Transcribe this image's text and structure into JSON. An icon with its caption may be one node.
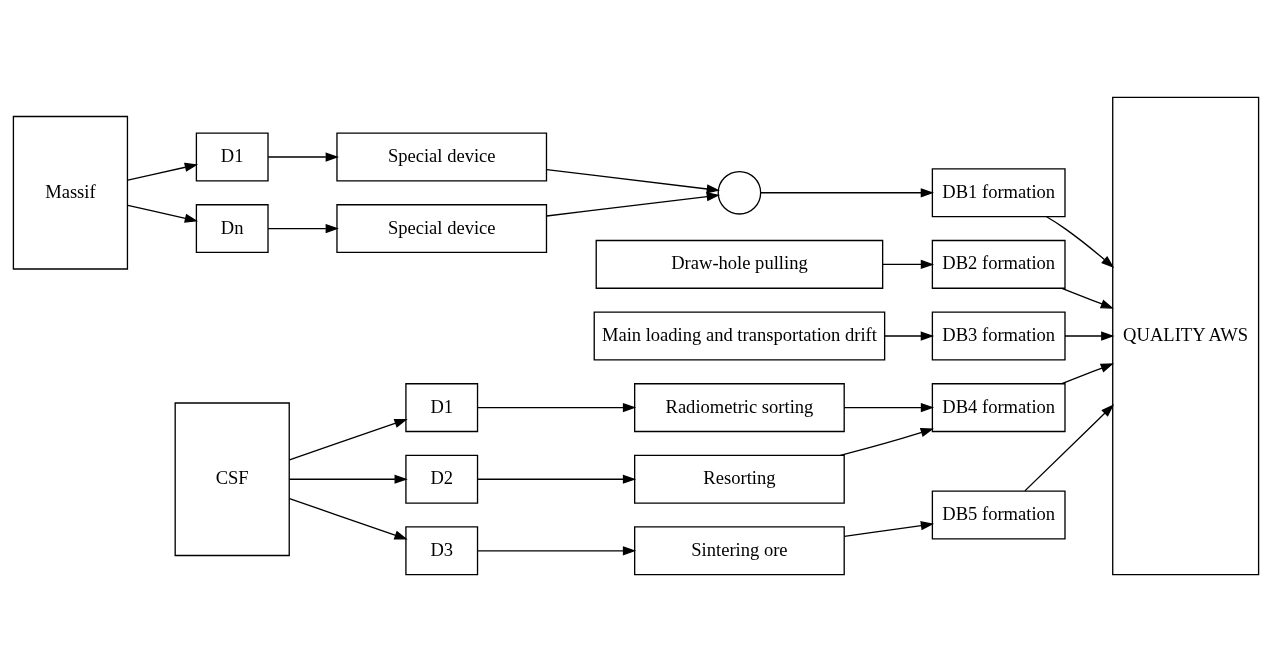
{
  "diagram": {
    "nodes": [
      {
        "text": [
          "Massif"
        ]
      },
      {
        "text": [
          "D1"
        ]
      },
      {
        "text": [
          "Special device"
        ]
      },
      {
        "text": [
          "Dn"
        ]
      },
      {
        "text": [
          "Special device"
        ]
      },
      {
        "text": [],
        "shape": "circle"
      },
      {
        "text": [
          "DB1 formation"
        ]
      },
      {
        "text": [
          "Draw-hole pulling"
        ]
      },
      {
        "text": [
          "DB2 formation"
        ]
      },
      {
        "text": [
          "Main loading and transportation drift"
        ]
      },
      {
        "text": [
          "DB3 formation"
        ]
      },
      {
        "text": [
          "CSF"
        ]
      },
      {
        "text": [
          "D1"
        ]
      },
      {
        "text": [
          "Radiometric sorting"
        ]
      },
      {
        "text": [
          "DB4 formation"
        ]
      },
      {
        "text": [
          "D2"
        ]
      },
      {
        "text": [
          "Resorting"
        ]
      },
      {
        "text": [
          "D3"
        ]
      },
      {
        "text": [
          "Sintering ore"
        ]
      },
      {
        "text": [
          "DB5 formation"
        ]
      },
      {
        "text": [
          "QUALITY AWS"
        ]
      }
    ],
    "edges": [
      {
        "from": 0,
        "to": 1,
        "arrow": "to"
      },
      {
        "from": 1,
        "to": 2,
        "arrow": "to"
      },
      {
        "from": 0,
        "to": 3,
        "arrow": "to"
      },
      {
        "from": 3,
        "to": 4,
        "arrow": "to"
      },
      {
        "from": 2,
        "to": 5,
        "arrow": "to"
      },
      {
        "from": 4,
        "to": 5,
        "arrow": "to"
      },
      {
        "from": 5,
        "to": 6,
        "arrow": "to"
      },
      {
        "from": 6,
        "to": 20,
        "arrow": "to"
      },
      {
        "from": 7,
        "to": 8,
        "arrow": "to"
      },
      {
        "from": 8,
        "to": 20,
        "arrow": "to"
      },
      {
        "from": 9,
        "to": 10,
        "arrow": "to"
      },
      {
        "from": 10,
        "to": 20,
        "arrow": "to"
      },
      {
        "from": 11,
        "to": 12,
        "arrow": "to"
      },
      {
        "from": 12,
        "to": 13,
        "arrow": "to"
      },
      {
        "from": 13,
        "to": 14,
        "arrow": "to"
      },
      {
        "from": 14,
        "to": 20,
        "arrow": "to"
      },
      {
        "from": 11,
        "to": 15,
        "arrow": "to"
      },
      {
        "from": 15,
        "to": 16,
        "arrow": "to"
      },
      {
        "from": 16,
        "to": 14,
        "arrow": "to"
      },
      {
        "from": 11,
        "to": 17,
        "arrow": "to"
      },
      {
        "from": 17,
        "to": 18,
        "arrow": "to"
      },
      {
        "from": 18,
        "to": 19,
        "arrow": "to"
      },
      {
        "from": 19,
        "to": 20,
        "arrow": "to"
      }
    ]
  }
}
